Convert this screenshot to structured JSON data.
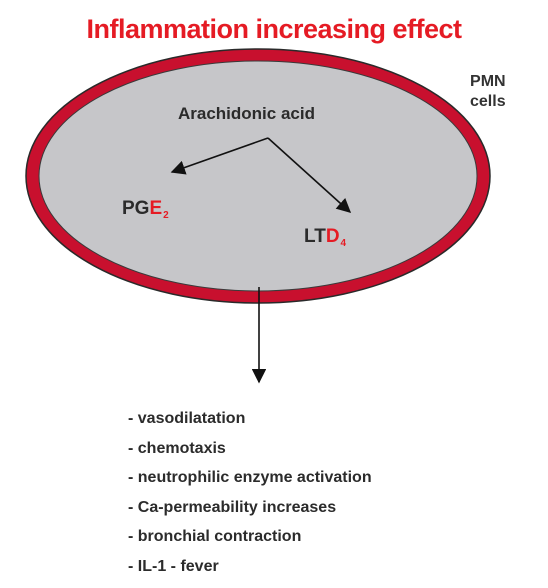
{
  "title": "Inflammation increasing effect",
  "cell_label": {
    "line1": "PMN",
    "line2": "cells"
  },
  "substrate": "Arachidonic acid",
  "products": {
    "pge": {
      "base": "PG",
      "accent": "E",
      "subscript": "2"
    },
    "ltd": {
      "base": "LT",
      "accent": "D",
      "subscript": "4"
    }
  },
  "effects": [
    "- vasodilatation",
    "- chemotaxis",
    "- neutrophilic enzyme activation",
    "- Ca-permeability increases",
    "- bronchial contraction",
    "- IL-1 - fever"
  ],
  "colors": {
    "title": "#e51b24",
    "membrane": "#c8102e",
    "cytoplasm": "#c6c6c9",
    "text": "#2b2b2b"
  }
}
